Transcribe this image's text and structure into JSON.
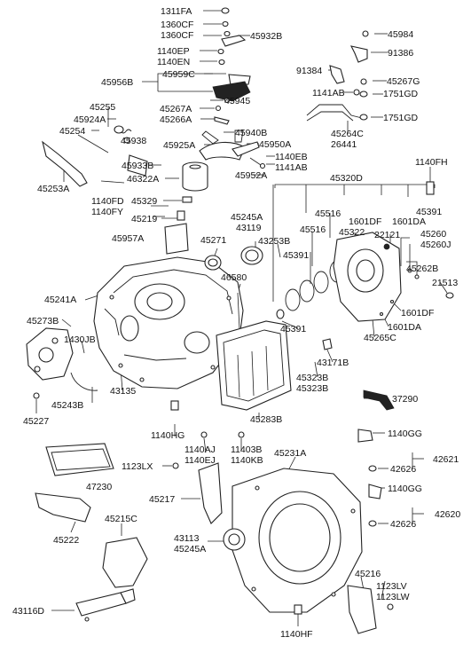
{
  "labels": {
    "l1311FA": "1311FA",
    "l1360CF_a": "1360CF",
    "l1360CF_b": "1360CF",
    "l45932B": "45932B",
    "l1140EP": "1140EP",
    "l1140EN": "1140EN",
    "l45959C": "45959C",
    "l45956B": "45956B",
    "l45945": "45945",
    "l45267A": "45267A",
    "l45266A": "45266A",
    "l45255": "45255",
    "l45924A": "45924A",
    "l45254": "45254",
    "l45938": "45938",
    "l45940B": "45940B",
    "l45925A": "45925A",
    "l45950A": "45950A",
    "l45933B": "45933B",
    "l46322A": "46322A",
    "l45253A": "45253A",
    "l45952A": "45952A",
    "l1140EB": "1140EB",
    "l1141AB_c": "1141AB",
    "l45984": "45984",
    "l91386": "91386",
    "l91384": "91384",
    "l45267G": "45267G",
    "l1141AB_b": "1141AB",
    "l1751GD_a": "1751GD",
    "l1751GD_b": "1751GD",
    "l45264C": "45264C",
    "l26441": "26441",
    "l1140FH": "1140FH",
    "l1140FD": "1140FD",
    "l1140FY": "1140FY",
    "l45329": "45329",
    "l45320D": "45320D",
    "l45219": "45219",
    "l45957A": "45957A",
    "l45245A_top": "45245A",
    "l43119": "43119",
    "l45271": "45271",
    "l43253B": "43253B",
    "l45516_a": "45516",
    "l45516_b": "45516",
    "l1601DF_a": "1601DF",
    "l1601DA_a": "1601DA",
    "l45391_a": "45391",
    "l45322": "45322",
    "l22121": "22121",
    "l45260": "45260",
    "l45260J": "45260J",
    "l45391_b": "45391",
    "l45262B": "45262B",
    "l21513": "21513",
    "l46580": "46580",
    "l45241A": "45241A",
    "l45273B": "45273B",
    "l1601DF_b": "1601DF",
    "l45391_c": "45391",
    "l1601DA_b": "1601DA",
    "l45265C": "45265C",
    "l1430JB": "1430JB",
    "l43171B": "43171B",
    "l45323B_a": "45323B",
    "l45323B_b": "45323B",
    "l45243B": "45243B",
    "l43135": "43135",
    "l37290": "37290",
    "l45227": "45227",
    "l45283B": "45283B",
    "l1140HG": "1140HG",
    "l1140GG_a": "1140GG",
    "l1140AJ": "1140AJ",
    "l1140EJ": "1140EJ",
    "l11403B": "11403B",
    "l1140KB": "1140KB",
    "l45231A": "45231A",
    "l42621": "42621",
    "l1123LX": "1123LX",
    "l42626_a": "42626",
    "l47230": "47230",
    "l45217": "45217",
    "l1140GG_b": "1140GG",
    "l42620": "42620",
    "l42626_b": "42626",
    "l45215C": "45215C",
    "l45222": "45222",
    "l43113": "43113",
    "l45245A_bot": "45245A",
    "l45216": "45216",
    "l1123LV": "1123LV",
    "l1123LW": "1123LW",
    "l43116D": "43116D",
    "l1140HF": "1140HF"
  }
}
